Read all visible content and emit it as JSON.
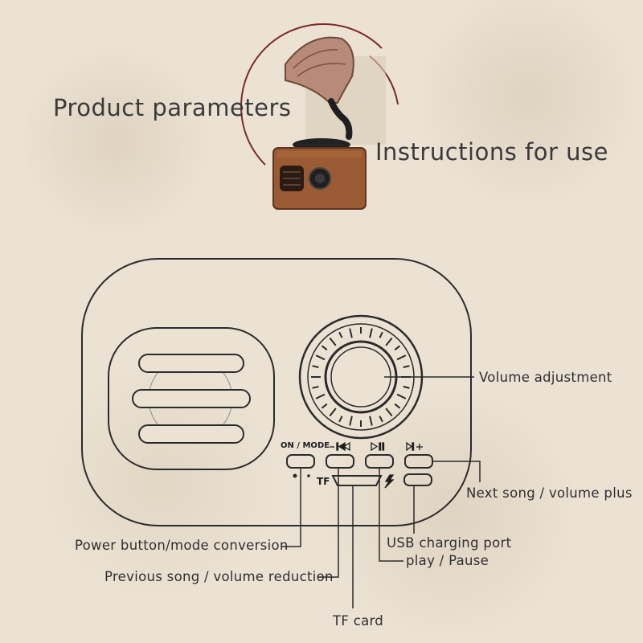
{
  "headings": {
    "product_parameters": "Product parameters",
    "instructions_for_use": "Instructions for use"
  },
  "callouts": {
    "volume_adjustment": "Volume adjustment",
    "next_song": "Next song / volume plus",
    "power_button": "Power button/mode conversion",
    "usb_port": "USB charging port",
    "play_pause": "play / Pause",
    "previous_song": "Previous song / volume reduction",
    "tf_card": "TF card"
  },
  "panel_marks": {
    "on_mode": "ON / MODE",
    "tf": "TF"
  },
  "colors": {
    "paper": "#ebe2d3",
    "ink": "#2f2f2f",
    "wood": "#9a5a34",
    "brass": "#b88a78",
    "accent_arc": "#7a2a2a"
  },
  "icons": [
    "gramophone-speaker-image",
    "previous-track-icon",
    "play-pause-icon",
    "next-track-icon",
    "charging-icon"
  ]
}
